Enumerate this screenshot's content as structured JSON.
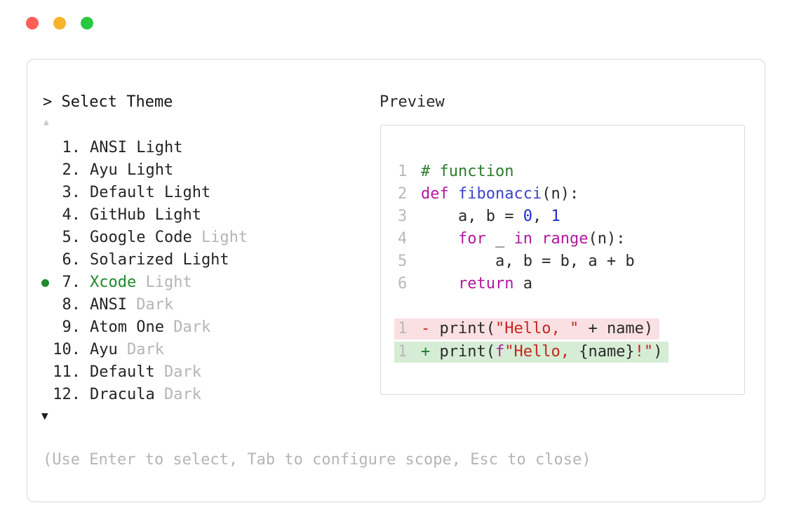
{
  "window_controls": {
    "close_color": "#ff5f57",
    "minimize_color": "#f7b32b",
    "zoom_color": "#28c840"
  },
  "picker": {
    "prompt": "> Select Theme",
    "scroll_up_symbol": "▲",
    "scroll_down_symbol": "▼",
    "footer": "(Use Enter to select, Tab to configure scope, Esc to close)",
    "selected_color": "#1e8a2a",
    "muted_color": "#b5b5b5",
    "items": [
      {
        "number": "1.",
        "name": "ANSI Light",
        "suffix": "",
        "selected": false
      },
      {
        "number": "2.",
        "name": "Ayu Light",
        "suffix": "",
        "selected": false
      },
      {
        "number": "3.",
        "name": "Default Light",
        "suffix": "",
        "selected": false
      },
      {
        "number": "4.",
        "name": "GitHub Light",
        "suffix": "",
        "selected": false
      },
      {
        "number": "5.",
        "name": "Google Code",
        "suffix": "Light",
        "selected": false
      },
      {
        "number": "6.",
        "name": "Solarized Light",
        "suffix": "",
        "selected": false
      },
      {
        "number": "7.",
        "name": "Xcode",
        "suffix": "Light",
        "selected": true
      },
      {
        "number": "8.",
        "name": "ANSI",
        "suffix": "Dark",
        "selected": false
      },
      {
        "number": "9.",
        "name": "Atom One",
        "suffix": "Dark",
        "selected": false
      },
      {
        "number": "10.",
        "name": "Ayu",
        "suffix": "Dark",
        "selected": false
      },
      {
        "number": "11.",
        "name": "Default",
        "suffix": "Dark",
        "selected": false
      },
      {
        "number": "12.",
        "name": "Dracula",
        "suffix": "Dark",
        "selected": false
      }
    ]
  },
  "preview": {
    "title": "Preview",
    "colors": {
      "comment": "#2b7d2b",
      "keyword": "#b0199e",
      "function": "#3c44cc",
      "number": "#1b2bd0",
      "string": "#c7261f",
      "plain": "#2a2a2a",
      "lineno": "#b9b9b9",
      "removed_marker": "#c7261f",
      "added_marker": "#1f7a2f",
      "removed_bg": "#fae0e2",
      "added_bg": "#d6edd5"
    },
    "lines": [
      {
        "num": "1",
        "diff": null,
        "tokens": [
          {
            "t": "# function",
            "c": "comment"
          }
        ]
      },
      {
        "num": "2",
        "diff": null,
        "tokens": [
          {
            "t": "def",
            "c": "keyword"
          },
          {
            "t": " ",
            "c": "plain"
          },
          {
            "t": "fibonacci",
            "c": "function"
          },
          {
            "t": "(n):",
            "c": "plain"
          }
        ]
      },
      {
        "num": "3",
        "diff": null,
        "tokens": [
          {
            "t": "    a, b = ",
            "c": "plain"
          },
          {
            "t": "0",
            "c": "number"
          },
          {
            "t": ", ",
            "c": "plain"
          },
          {
            "t": "1",
            "c": "number"
          }
        ]
      },
      {
        "num": "4",
        "diff": null,
        "tokens": [
          {
            "t": "    ",
            "c": "plain"
          },
          {
            "t": "for",
            "c": "keyword"
          },
          {
            "t": " _ ",
            "c": "plain"
          },
          {
            "t": "in",
            "c": "keyword"
          },
          {
            "t": " ",
            "c": "plain"
          },
          {
            "t": "range",
            "c": "keyword"
          },
          {
            "t": "(n):",
            "c": "plain"
          }
        ]
      },
      {
        "num": "5",
        "diff": null,
        "tokens": [
          {
            "t": "        a, b = b, a + b",
            "c": "plain"
          }
        ]
      },
      {
        "num": "6",
        "diff": null,
        "tokens": [
          {
            "t": "    ",
            "c": "plain"
          },
          {
            "t": "return",
            "c": "keyword"
          },
          {
            "t": " a",
            "c": "plain"
          }
        ]
      },
      {
        "num": "",
        "diff": null,
        "tokens": []
      },
      {
        "num": "1",
        "diff": "removed",
        "tokens": [
          {
            "t": "- ",
            "c": "removed_marker"
          },
          {
            "t": "print(",
            "c": "plain"
          },
          {
            "t": "\"Hello, \"",
            "c": "string"
          },
          {
            "t": " + name)",
            "c": "plain"
          }
        ]
      },
      {
        "num": "1",
        "diff": "added",
        "tokens": [
          {
            "t": "+ ",
            "c": "added_marker"
          },
          {
            "t": "print(",
            "c": "plain"
          },
          {
            "t": "f",
            "c": "keyword"
          },
          {
            "t": "\"Hello, ",
            "c": "string"
          },
          {
            "t": "{name}",
            "c": "plain"
          },
          {
            "t": "!\"",
            "c": "string"
          },
          {
            "t": ")",
            "c": "plain"
          }
        ]
      }
    ]
  }
}
